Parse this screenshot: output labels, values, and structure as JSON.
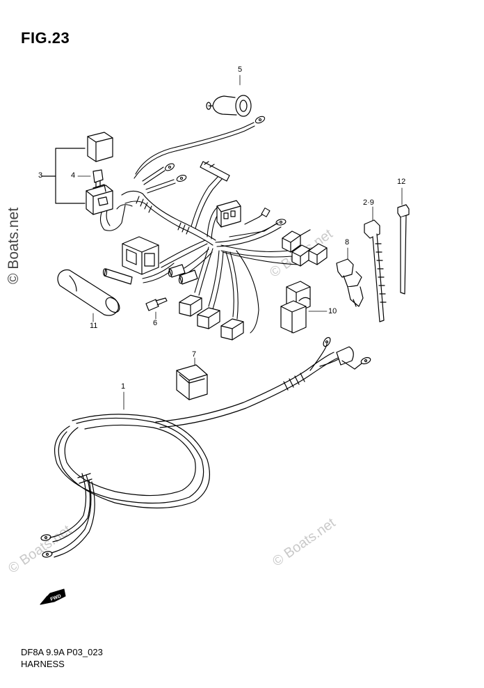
{
  "figure": {
    "title": "FIG.23"
  },
  "footer": {
    "code": "DF8A  9.9A  P03_023",
    "name": "HARNESS"
  },
  "watermark": {
    "text": "© Boats.net"
  },
  "callouts": {
    "c1": "1",
    "c2_9": "2·9",
    "c3": "3",
    "c4": "4",
    "c5": "5",
    "c6": "6",
    "c7": "7",
    "c8": "8",
    "c10": "10",
    "c11": "11",
    "c12": "12"
  },
  "forward_arrow_label": "FWD"
}
